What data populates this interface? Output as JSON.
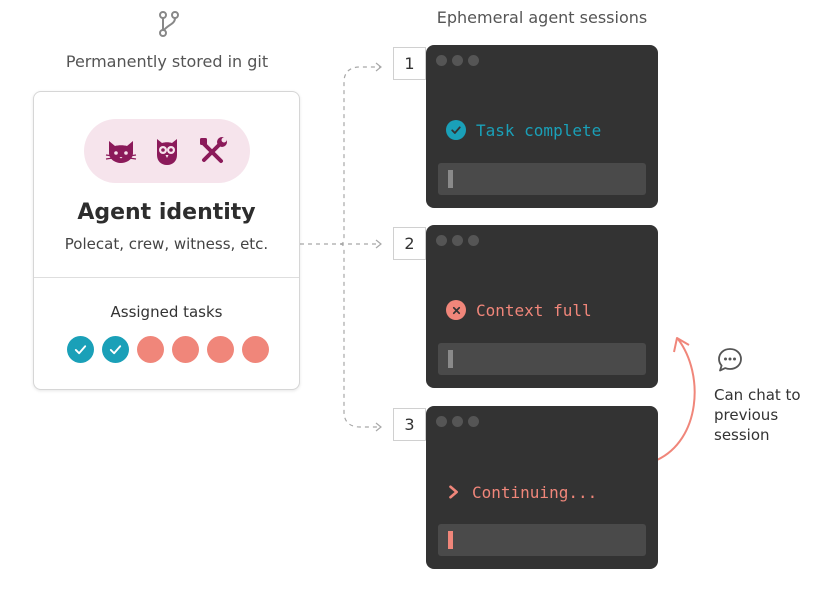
{
  "left_caption": "Permanently stored in git",
  "right_caption": "Ephemeral agent sessions",
  "identity": {
    "title": "Agent identity",
    "subtitle": "Polecat, crew, witness, etc.",
    "role_icons": [
      "cat-icon",
      "owl-icon",
      "tools-icon"
    ],
    "tasks_label": "Assigned tasks",
    "tasks": [
      "done",
      "done",
      "pending",
      "pending",
      "pending",
      "pending"
    ]
  },
  "sessions": [
    {
      "number": "1",
      "status_text": "Task complete",
      "status_icon": "check-circle-icon",
      "status_color": "#1aa0b8"
    },
    {
      "number": "2",
      "status_text": "Context full",
      "status_icon": "x-circle-icon",
      "status_color": "#f0867a"
    },
    {
      "number": "3",
      "status_text": "Continuing...",
      "status_icon": "chevron-right-icon",
      "status_color": "#f0867a"
    }
  ],
  "chat_note": "Can chat to previous session",
  "colors": {
    "teal": "#1aa0b8",
    "coral": "#f0867a",
    "magenta": "#8b1a5a",
    "pill_bg": "#f6e4ec",
    "terminal_bg": "#333333"
  }
}
